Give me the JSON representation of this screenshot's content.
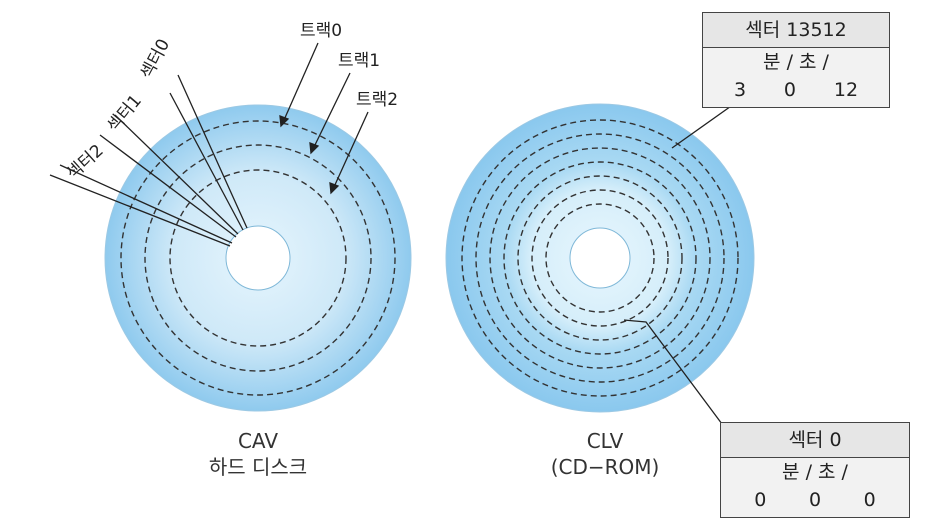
{
  "cav": {
    "tracks": [
      "트랙0",
      "트랙1",
      "트랙2"
    ],
    "sectors": [
      "섹터0",
      "섹터1",
      "섹터2"
    ],
    "caption_line1": "CAV",
    "caption_line2": "하드 디스크"
  },
  "clv": {
    "caption_line1": "CLV",
    "caption_line2": "(CD−ROM)",
    "outer_box": {
      "title": "섹터 13512",
      "units": "분 / 초 /",
      "values": [
        "3",
        "0",
        "12"
      ]
    },
    "inner_box": {
      "title": "섹터 0",
      "units": "분 / 초 /",
      "values": [
        "0",
        "0",
        "0"
      ]
    }
  },
  "colors": {
    "disk_outer": "#9fd3f0",
    "disk_inner": "#dbeffa",
    "line": "#222222"
  }
}
